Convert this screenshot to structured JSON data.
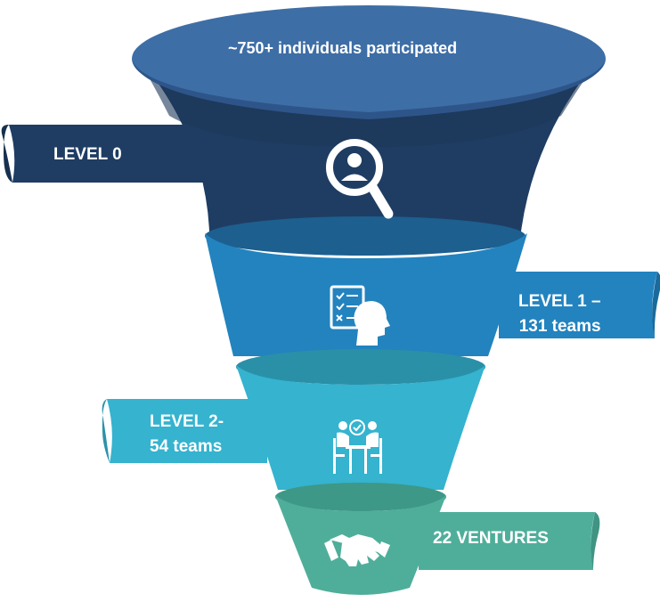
{
  "funnel": {
    "top_label": "~750+ individuals participated",
    "stages": [
      {
        "name": "level-0",
        "label_lines": [
          "LEVEL 0"
        ],
        "color": "#1f3d63",
        "icon": "search-person-icon"
      },
      {
        "name": "level-1",
        "label_lines": [
          "LEVEL 1 –",
          "131  teams"
        ],
        "color": "#2283bf",
        "icon": "checklist-head-icon"
      },
      {
        "name": "level-2",
        "label_lines": [
          "LEVEL 2-",
          "54 teams"
        ],
        "color": "#35b3cf",
        "icon": "meeting-table-icon"
      },
      {
        "name": "level-3",
        "label_lines": [
          "22 VENTURES"
        ],
        "color": "#4fae9a",
        "icon": "handshake-icon"
      }
    ],
    "colors": {
      "rim": "#3e6ea6",
      "rim_shadow": "#2d558a",
      "level0_inner": "#1b3454",
      "level1_inner": "#1d6fa3",
      "level2_inner": "#2d98b0",
      "level3_inner": "#3f9483"
    }
  }
}
